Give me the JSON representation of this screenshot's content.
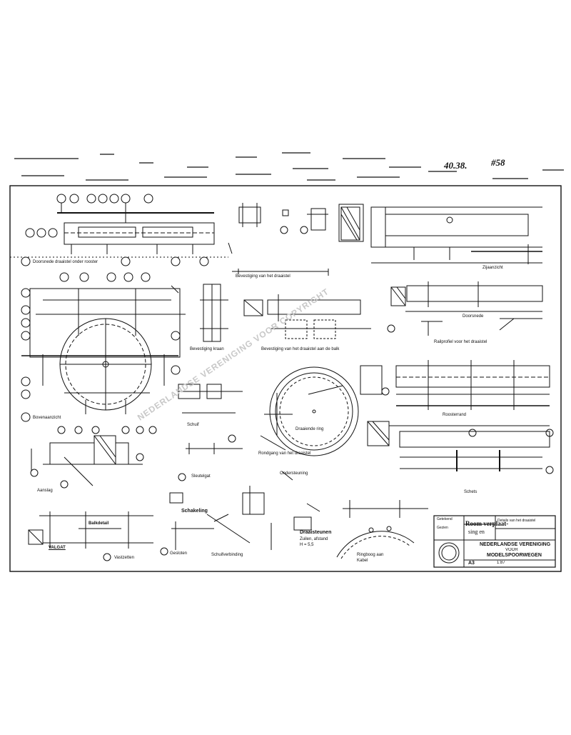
{
  "header": {
    "ref_left": "40.38.",
    "ref_right": "#58"
  },
  "watermark": "NEDERLANDSE VERENIGING VOOR COPYRIGHT",
  "labels": {
    "l_rooster": "Doorsnede draaistel onder rooster",
    "l_bovenaanzicht": "Bovenaanzicht",
    "l_bevest": "Bevestiging van het draaistel",
    "l_bevest2": "Bevestiging van het draaistel aan de balk",
    "l_zijaanzicht": "Zijaanzicht",
    "l_rooster_rand": "Roosterrand",
    "l_rail_voor": "Railprofiel voor het draaistel",
    "l_doorsnede": "Doorsnede",
    "l_bevestiging_kraan": "Bevestiging kraan",
    "l_ring": "Draaiende ring",
    "l_rondgang": "Rondgang van het draaistel",
    "l_schakeling": "Schakeling",
    "l_aanslag": "Aanslag",
    "l_schuif": "Schuif",
    "l_sleutel": "Sleutelgat",
    "l_schuifverbinding": "Schuifverbinding",
    "l_zuilen": "Draaisteunen",
    "l_zuilen_txt1": "Zuilen, afstand",
    "l_zuilen_txt2": "H = 5,5",
    "l_ondersteuning": "Ondersteuning",
    "l_ringboog": "Ringboog aan",
    "l_kabel": "Kabel",
    "l_gesloten": "Gesloten",
    "l_vastzetten": "Vastzetten",
    "l_schets": "Schets",
    "l_balkdetail": "Balkdetail",
    "l_valgat": "VALGAT"
  },
  "title_block": {
    "drawing_title": "Room verplaat-",
    "drawing_title2": "sing en",
    "org_line1": "NEDERLANDSE VERENIGING",
    "org_line2": "VOOR",
    "org_line3": "MODELSPOORWEGEN",
    "sheet_no": "A3",
    "scale": "1:87",
    "drawn_label": "Getekend",
    "checked_label": "Gezien",
    "desc": "Details van het draaistel"
  }
}
